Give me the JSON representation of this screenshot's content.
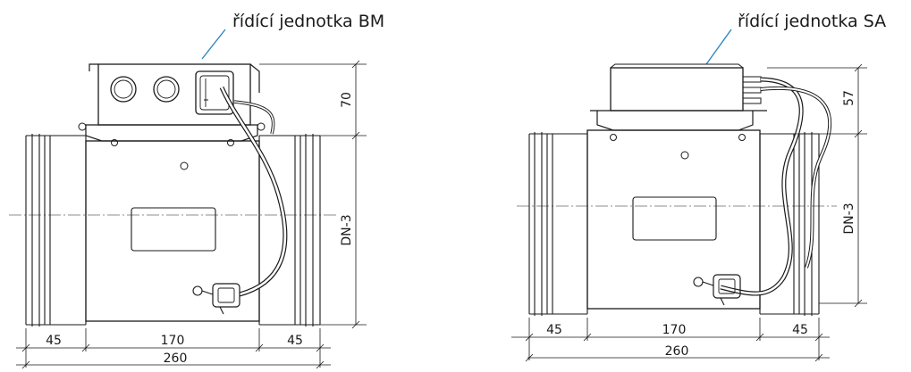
{
  "left_unit": {
    "label": "řídící jednotka BM",
    "dims": {
      "a": "45",
      "b": "170",
      "c": "45",
      "total": "260",
      "height": "70",
      "diameter": "DN-3"
    }
  },
  "right_unit": {
    "label": "řídící jednotka SA",
    "dims": {
      "a": "45",
      "b": "170",
      "c": "45",
      "total": "260",
      "height": "57",
      "diameter": "DN-3"
    }
  },
  "colors": {
    "leader": "#2e86c1",
    "line": "#1a1a1a"
  }
}
